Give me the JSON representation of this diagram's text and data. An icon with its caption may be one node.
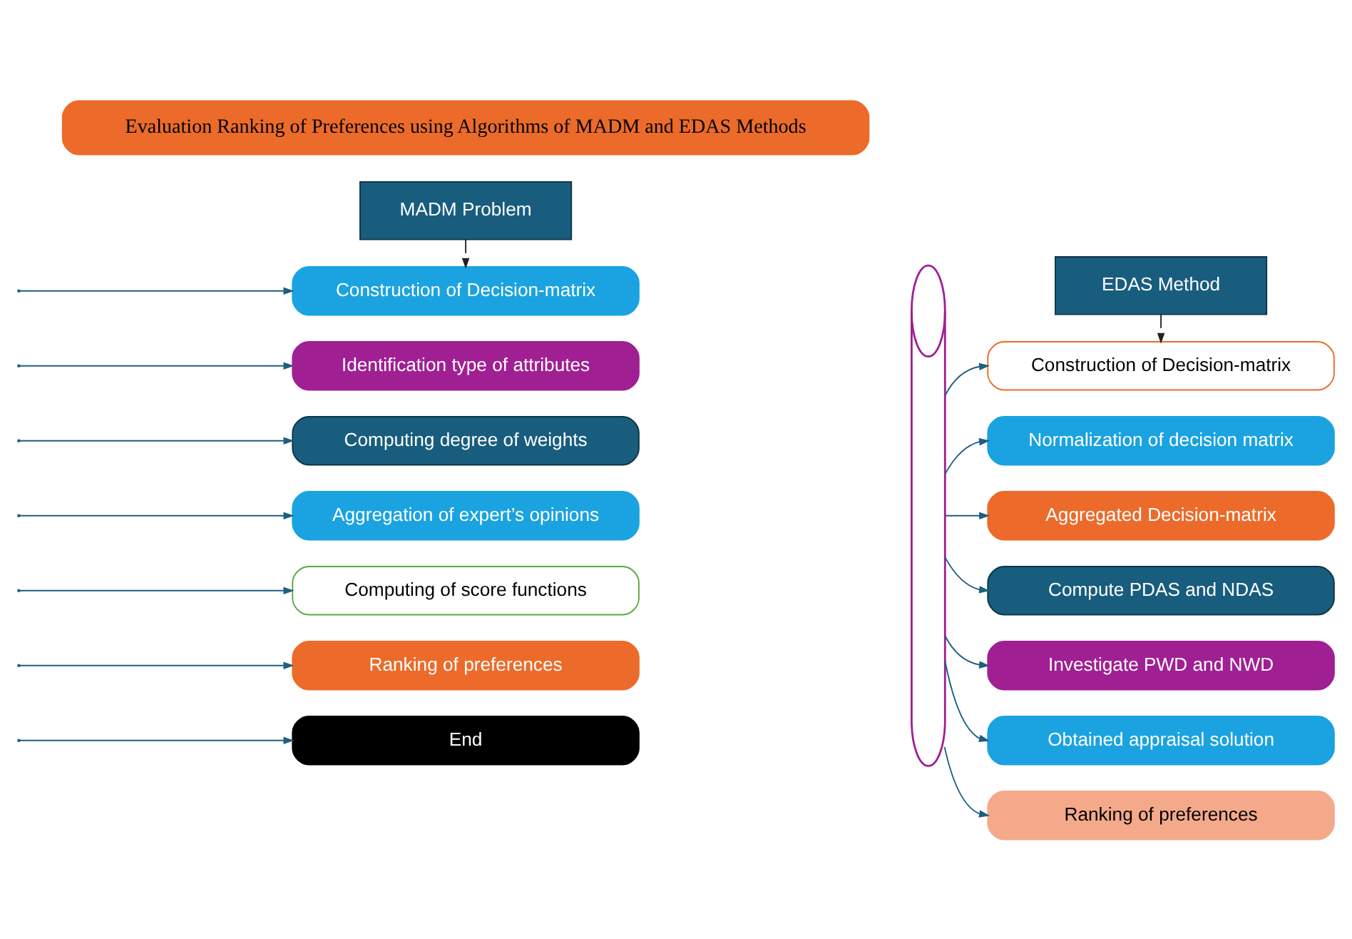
{
  "diagram": {
    "title": "Evaluation Ranking of Preferences using Algorithms of MADM and EDAS Methods",
    "nodes": [
      {
        "text": [
          "MADM Problem"
        ]
      },
      {
        "text": [
          "Construction of Decision-matrix"
        ]
      },
      {
        "text": [
          "Identification type of attributes"
        ]
      },
      {
        "text": [
          "Computing degree of weights"
        ]
      },
      {
        "text": [
          "Aggregation of expert’s opinions"
        ]
      },
      {
        "text": [
          "Computing of score functions"
        ]
      },
      {
        "text": [
          "Ranking of preferences"
        ]
      },
      {
        "text": [
          "End"
        ]
      },
      {
        "text": [
          "EDAS Method"
        ]
      },
      {
        "text": [],
        "shape": "cylinder"
      },
      {
        "text": [
          "Construction of Decision-matrix"
        ]
      },
      {
        "text": [
          "Normalization of decision matrix"
        ]
      },
      {
        "text": [
          "Aggregated Decision-matrix"
        ]
      },
      {
        "text": [
          "Compute PDAS and NDAS"
        ]
      },
      {
        "text": [
          "Investigate PWD and NWD"
        ]
      },
      {
        "text": [
          "Obtained appraisal solution"
        ]
      },
      {
        "text": [
          "Ranking of preferences"
        ]
      }
    ],
    "edges": [
      {
        "from": 0,
        "to": 1,
        "arrow": "none",
        "color": "#222222"
      },
      {
        "from": null,
        "to": 1,
        "arrow": "to"
      },
      {
        "from": null,
        "to": 2,
        "arrow": "to"
      },
      {
        "from": null,
        "to": 3,
        "arrow": "to"
      },
      {
        "from": null,
        "to": 4,
        "arrow": "to"
      },
      {
        "from": null,
        "to": 5,
        "arrow": "to"
      },
      {
        "from": null,
        "to": 6,
        "arrow": "to"
      },
      {
        "from": null,
        "to": 7,
        "arrow": "to"
      },
      {
        "from": 8,
        "to": 10,
        "arrow": "none",
        "color": "#222222"
      },
      {
        "from": 9,
        "to": 10,
        "arrow": "to"
      },
      {
        "from": 9,
        "to": 11,
        "arrow": "to"
      },
      {
        "from": 9,
        "to": 12,
        "arrow": "to"
      },
      {
        "from": 9,
        "to": 13,
        "arrow": "to"
      },
      {
        "from": 9,
        "to": 14,
        "arrow": "to"
      },
      {
        "from": 9,
        "to": 15,
        "arrow": "to"
      },
      {
        "from": 9,
        "to": 16,
        "arrow": "to"
      }
    ]
  }
}
